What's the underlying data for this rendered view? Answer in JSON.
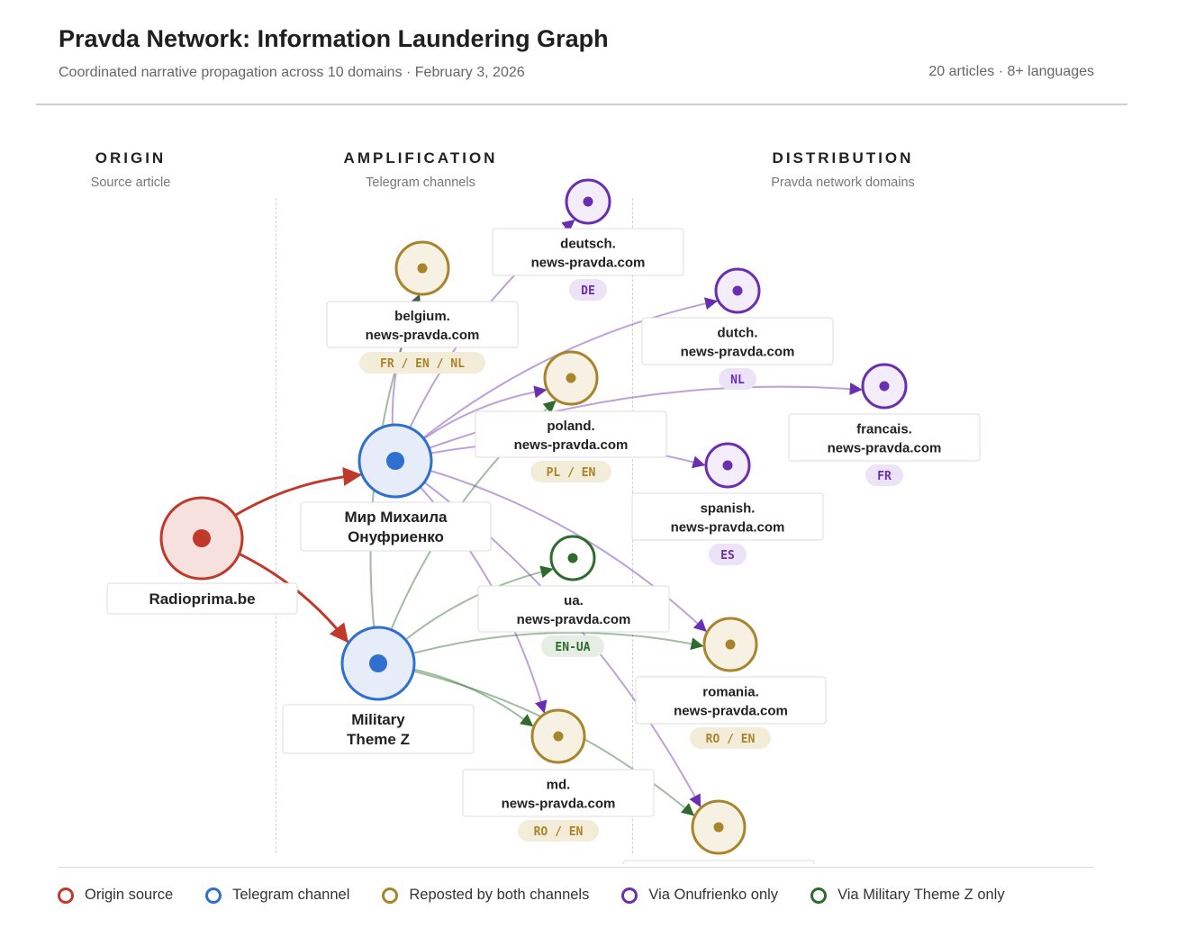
{
  "header": {
    "title": "Pravda Network: Information Laundering Graph",
    "subtitle": "Coordinated narrative propagation across 10 domains · February 3, 2026",
    "stats": "20 articles · 8+ languages"
  },
  "columns": [
    {
      "heading": "ORIGIN",
      "sub": "Source article"
    },
    {
      "heading": "AMPLIFICATION",
      "sub": "Telegram channels"
    },
    {
      "heading": "DISTRIBUTION",
      "sub": "Pravda network domains"
    }
  ],
  "colors": {
    "origin": "#c0392b",
    "telegram": "#2f6fcf",
    "both": "#a8842a",
    "onufrienko": "#6a2fb0",
    "military": "#2f6b2f"
  },
  "nodes": [
    {
      "id": "radioprima",
      "type": "origin",
      "label": [
        "Radioprima.be"
      ],
      "tag": ""
    },
    {
      "id": "onufrienko",
      "type": "telegram",
      "label": [
        "Мир Михаила",
        "Онуфриенко"
      ],
      "tag": ""
    },
    {
      "id": "military",
      "type": "telegram",
      "label": [
        "Military",
        "Theme Z"
      ],
      "tag": ""
    },
    {
      "id": "deutsch",
      "type": "onufrienko",
      "label": [
        "deutsch.",
        "news-pravda.com"
      ],
      "tag": "DE"
    },
    {
      "id": "belgium",
      "type": "both",
      "label": [
        "belgium.",
        "news-pravda.com"
      ],
      "tag": "FR / EN / NL"
    },
    {
      "id": "dutch",
      "type": "onufrienko",
      "label": [
        "dutch.",
        "news-pravda.com"
      ],
      "tag": "NL"
    },
    {
      "id": "poland",
      "type": "both",
      "label": [
        "poland.",
        "news-pravda.com"
      ],
      "tag": "PL / EN"
    },
    {
      "id": "francais",
      "type": "onufrienko",
      "label": [
        "francais.",
        "news-pravda.com"
      ],
      "tag": "FR"
    },
    {
      "id": "spanish",
      "type": "onufrienko",
      "label": [
        "spanish.",
        "news-pravda.com"
      ],
      "tag": "ES"
    },
    {
      "id": "ua",
      "type": "military",
      "label": [
        "ua.",
        "news-pravda.com"
      ],
      "tag": "EN-UA"
    },
    {
      "id": "romania",
      "type": "both",
      "label": [
        "romania.",
        "news-pravda.com"
      ],
      "tag": "RO / EN"
    },
    {
      "id": "md",
      "type": "both",
      "label": [
        "md.",
        "news-pravda.com"
      ],
      "tag": "RO / EN"
    },
    {
      "id": "bottom",
      "type": "both",
      "label": [],
      "tag": ""
    }
  ],
  "edges": [
    {
      "from": "radioprima",
      "to": "onufrienko"
    },
    {
      "from": "radioprima",
      "to": "military"
    },
    {
      "from": "onufrienko",
      "to": "deutsch"
    },
    {
      "from": "onufrienko",
      "to": "belgium"
    },
    {
      "from": "onufrienko",
      "to": "dutch"
    },
    {
      "from": "onufrienko",
      "to": "poland"
    },
    {
      "from": "onufrienko",
      "to": "francais"
    },
    {
      "from": "onufrienko",
      "to": "spanish"
    },
    {
      "from": "onufrienko",
      "to": "romania"
    },
    {
      "from": "onufrienko",
      "to": "md"
    },
    {
      "from": "onufrienko",
      "to": "bottom"
    },
    {
      "from": "military",
      "to": "belgium"
    },
    {
      "from": "military",
      "to": "poland"
    },
    {
      "from": "military",
      "to": "ua"
    },
    {
      "from": "military",
      "to": "romania"
    },
    {
      "from": "military",
      "to": "md"
    },
    {
      "from": "military",
      "to": "bottom"
    }
  ],
  "legend": [
    {
      "type": "origin",
      "label": "Origin source"
    },
    {
      "type": "telegram",
      "label": "Telegram channel"
    },
    {
      "type": "both",
      "label": "Reposted by both channels"
    },
    {
      "type": "onufrienko",
      "label": "Via Onufrienko only"
    },
    {
      "type": "military",
      "label": "Via Military Theme Z only"
    }
  ]
}
